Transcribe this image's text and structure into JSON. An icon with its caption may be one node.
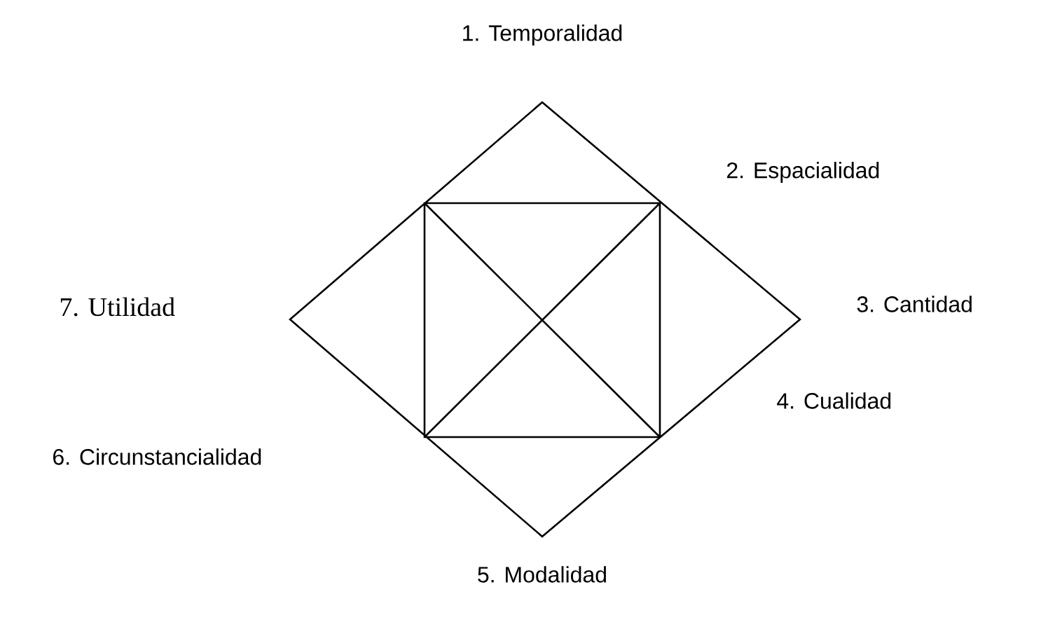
{
  "diagram": {
    "labels": [
      "1. Temporalidad",
      "2. Espacialidad",
      "7. Utilidad",
      "3. Cantidad",
      "4. Cualidad",
      "6. Circunstancialidad",
      "5. Modalidad"
    ]
  }
}
